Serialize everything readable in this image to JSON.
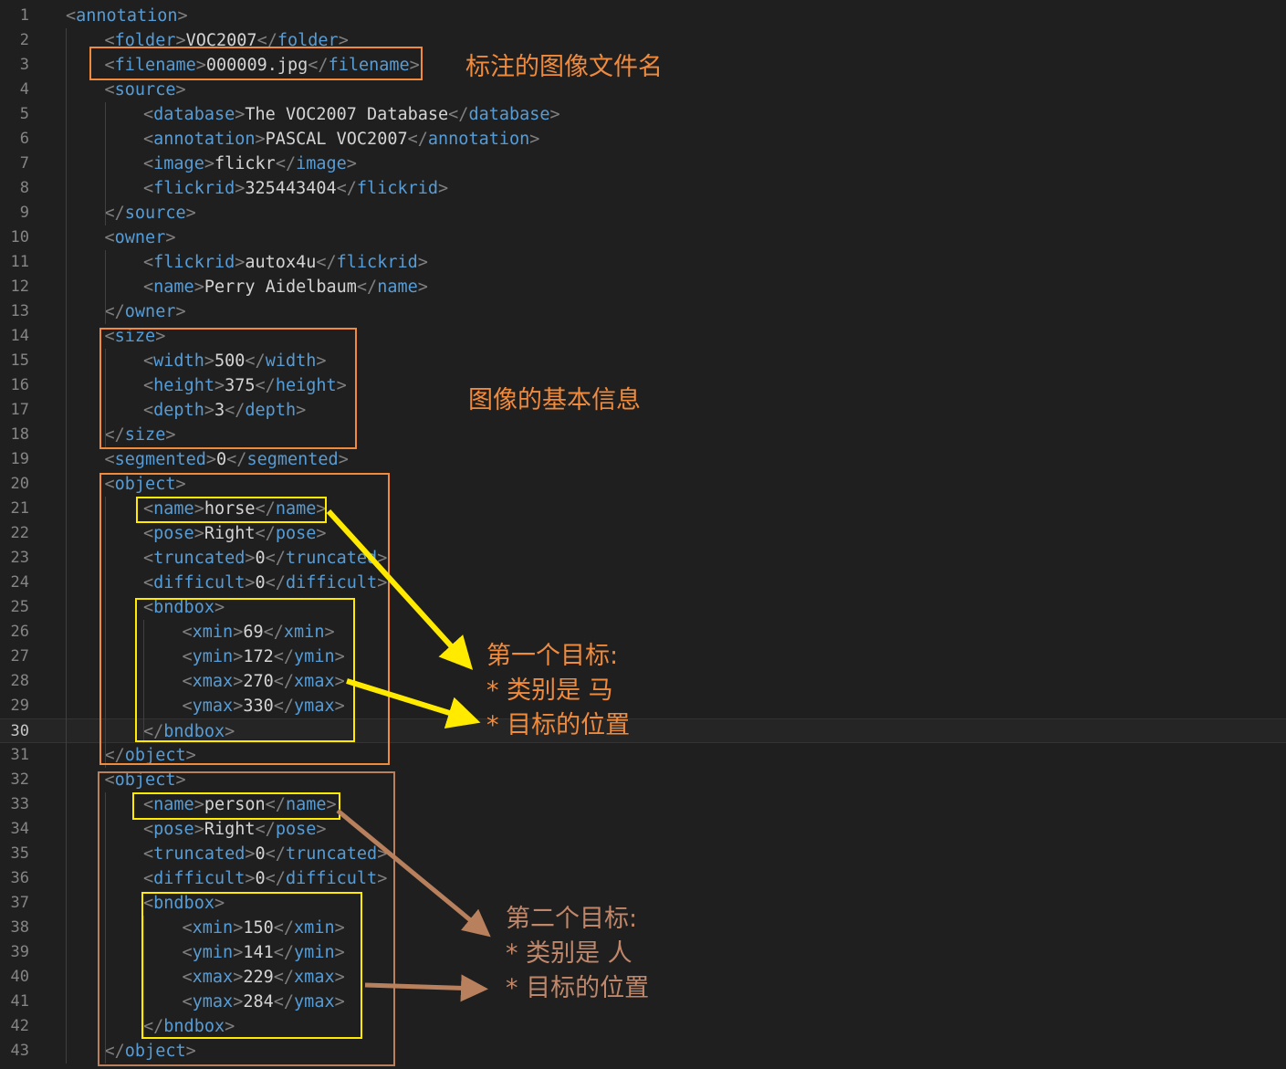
{
  "editor": {
    "current_line": 30,
    "lines": [
      {
        "n": "1",
        "indent": 0,
        "tokens": [
          [
            "b",
            "<"
          ],
          [
            "t",
            "annotation"
          ],
          [
            "b",
            ">"
          ]
        ]
      },
      {
        "n": "2",
        "indent": 1,
        "tokens": [
          [
            "b",
            "<"
          ],
          [
            "t",
            "folder"
          ],
          [
            "b",
            ">"
          ],
          [
            "v",
            "VOC2007"
          ],
          [
            "b",
            "</"
          ],
          [
            "t",
            "folder"
          ],
          [
            "b",
            ">"
          ]
        ]
      },
      {
        "n": "3",
        "indent": 1,
        "tokens": [
          [
            "b",
            "<"
          ],
          [
            "t",
            "filename"
          ],
          [
            "b",
            ">"
          ],
          [
            "v",
            "000009.jpg"
          ],
          [
            "b",
            "</"
          ],
          [
            "t",
            "filename"
          ],
          [
            "b",
            ">"
          ]
        ]
      },
      {
        "n": "4",
        "indent": 1,
        "tokens": [
          [
            "b",
            "<"
          ],
          [
            "t",
            "source"
          ],
          [
            "b",
            ">"
          ]
        ]
      },
      {
        "n": "5",
        "indent": 2,
        "tokens": [
          [
            "b",
            "<"
          ],
          [
            "t",
            "database"
          ],
          [
            "b",
            ">"
          ],
          [
            "v",
            "The VOC2007 Database"
          ],
          [
            "b",
            "</"
          ],
          [
            "t",
            "database"
          ],
          [
            "b",
            ">"
          ]
        ]
      },
      {
        "n": "6",
        "indent": 2,
        "tokens": [
          [
            "b",
            "<"
          ],
          [
            "t",
            "annotation"
          ],
          [
            "b",
            ">"
          ],
          [
            "v",
            "PASCAL VOC2007"
          ],
          [
            "b",
            "</"
          ],
          [
            "t",
            "annotation"
          ],
          [
            "b",
            ">"
          ]
        ]
      },
      {
        "n": "7",
        "indent": 2,
        "tokens": [
          [
            "b",
            "<"
          ],
          [
            "t",
            "image"
          ],
          [
            "b",
            ">"
          ],
          [
            "v",
            "flickr"
          ],
          [
            "b",
            "</"
          ],
          [
            "t",
            "image"
          ],
          [
            "b",
            ">"
          ]
        ]
      },
      {
        "n": "8",
        "indent": 2,
        "tokens": [
          [
            "b",
            "<"
          ],
          [
            "t",
            "flickrid"
          ],
          [
            "b",
            ">"
          ],
          [
            "v",
            "325443404"
          ],
          [
            "b",
            "</"
          ],
          [
            "t",
            "flickrid"
          ],
          [
            "b",
            ">"
          ]
        ]
      },
      {
        "n": "9",
        "indent": 1,
        "tokens": [
          [
            "b",
            "</"
          ],
          [
            "t",
            "source"
          ],
          [
            "b",
            ">"
          ]
        ]
      },
      {
        "n": "10",
        "indent": 1,
        "tokens": [
          [
            "b",
            "<"
          ],
          [
            "t",
            "owner"
          ],
          [
            "b",
            ">"
          ]
        ]
      },
      {
        "n": "11",
        "indent": 2,
        "tokens": [
          [
            "b",
            "<"
          ],
          [
            "t",
            "flickrid"
          ],
          [
            "b",
            ">"
          ],
          [
            "v",
            "autox4u"
          ],
          [
            "b",
            "</"
          ],
          [
            "t",
            "flickrid"
          ],
          [
            "b",
            ">"
          ]
        ]
      },
      {
        "n": "12",
        "indent": 2,
        "tokens": [
          [
            "b",
            "<"
          ],
          [
            "t",
            "name"
          ],
          [
            "b",
            ">"
          ],
          [
            "v",
            "Perry Aidelbaum"
          ],
          [
            "b",
            "</"
          ],
          [
            "t",
            "name"
          ],
          [
            "b",
            ">"
          ]
        ]
      },
      {
        "n": "13",
        "indent": 1,
        "tokens": [
          [
            "b",
            "</"
          ],
          [
            "t",
            "owner"
          ],
          [
            "b",
            ">"
          ]
        ]
      },
      {
        "n": "14",
        "indent": 1,
        "tokens": [
          [
            "b",
            "<"
          ],
          [
            "t",
            "size"
          ],
          [
            "b",
            ">"
          ]
        ]
      },
      {
        "n": "15",
        "indent": 2,
        "tokens": [
          [
            "b",
            "<"
          ],
          [
            "t",
            "width"
          ],
          [
            "b",
            ">"
          ],
          [
            "v",
            "500"
          ],
          [
            "b",
            "</"
          ],
          [
            "t",
            "width"
          ],
          [
            "b",
            ">"
          ]
        ]
      },
      {
        "n": "16",
        "indent": 2,
        "tokens": [
          [
            "b",
            "<"
          ],
          [
            "t",
            "height"
          ],
          [
            "b",
            ">"
          ],
          [
            "v",
            "375"
          ],
          [
            "b",
            "</"
          ],
          [
            "t",
            "height"
          ],
          [
            "b",
            ">"
          ]
        ]
      },
      {
        "n": "17",
        "indent": 2,
        "tokens": [
          [
            "b",
            "<"
          ],
          [
            "t",
            "depth"
          ],
          [
            "b",
            ">"
          ],
          [
            "v",
            "3"
          ],
          [
            "b",
            "</"
          ],
          [
            "t",
            "depth"
          ],
          [
            "b",
            ">"
          ]
        ]
      },
      {
        "n": "18",
        "indent": 1,
        "tokens": [
          [
            "b",
            "</"
          ],
          [
            "t",
            "size"
          ],
          [
            "b",
            ">"
          ]
        ]
      },
      {
        "n": "19",
        "indent": 1,
        "tokens": [
          [
            "b",
            "<"
          ],
          [
            "t",
            "segmented"
          ],
          [
            "b",
            ">"
          ],
          [
            "v",
            "0"
          ],
          [
            "b",
            "</"
          ],
          [
            "t",
            "segmented"
          ],
          [
            "b",
            ">"
          ]
        ]
      },
      {
        "n": "20",
        "indent": 1,
        "tokens": [
          [
            "b",
            "<"
          ],
          [
            "t",
            "object"
          ],
          [
            "b",
            ">"
          ]
        ]
      },
      {
        "n": "21",
        "indent": 2,
        "tokens": [
          [
            "b",
            "<"
          ],
          [
            "t",
            "name"
          ],
          [
            "b",
            ">"
          ],
          [
            "v",
            "horse"
          ],
          [
            "b",
            "</"
          ],
          [
            "t",
            "name"
          ],
          [
            "b",
            ">"
          ]
        ]
      },
      {
        "n": "22",
        "indent": 2,
        "tokens": [
          [
            "b",
            "<"
          ],
          [
            "t",
            "pose"
          ],
          [
            "b",
            ">"
          ],
          [
            "v",
            "Right"
          ],
          [
            "b",
            "</"
          ],
          [
            "t",
            "pose"
          ],
          [
            "b",
            ">"
          ]
        ]
      },
      {
        "n": "23",
        "indent": 2,
        "tokens": [
          [
            "b",
            "<"
          ],
          [
            "t",
            "truncated"
          ],
          [
            "b",
            ">"
          ],
          [
            "v",
            "0"
          ],
          [
            "b",
            "</"
          ],
          [
            "t",
            "truncated"
          ],
          [
            "b",
            ">"
          ]
        ]
      },
      {
        "n": "24",
        "indent": 2,
        "tokens": [
          [
            "b",
            "<"
          ],
          [
            "t",
            "difficult"
          ],
          [
            "b",
            ">"
          ],
          [
            "v",
            "0"
          ],
          [
            "b",
            "</"
          ],
          [
            "t",
            "difficult"
          ],
          [
            "b",
            ">"
          ]
        ]
      },
      {
        "n": "25",
        "indent": 2,
        "tokens": [
          [
            "b",
            "<"
          ],
          [
            "t",
            "bndbox"
          ],
          [
            "b",
            ">"
          ]
        ]
      },
      {
        "n": "26",
        "indent": 3,
        "tokens": [
          [
            "b",
            "<"
          ],
          [
            "t",
            "xmin"
          ],
          [
            "b",
            ">"
          ],
          [
            "v",
            "69"
          ],
          [
            "b",
            "</"
          ],
          [
            "t",
            "xmin"
          ],
          [
            "b",
            ">"
          ]
        ]
      },
      {
        "n": "27",
        "indent": 3,
        "tokens": [
          [
            "b",
            "<"
          ],
          [
            "t",
            "ymin"
          ],
          [
            "b",
            ">"
          ],
          [
            "v",
            "172"
          ],
          [
            "b",
            "</"
          ],
          [
            "t",
            "ymin"
          ],
          [
            "b",
            ">"
          ]
        ]
      },
      {
        "n": "28",
        "indent": 3,
        "tokens": [
          [
            "b",
            "<"
          ],
          [
            "t",
            "xmax"
          ],
          [
            "b",
            ">"
          ],
          [
            "v",
            "270"
          ],
          [
            "b",
            "</"
          ],
          [
            "t",
            "xmax"
          ],
          [
            "b",
            ">"
          ]
        ]
      },
      {
        "n": "29",
        "indent": 3,
        "tokens": [
          [
            "b",
            "<"
          ],
          [
            "t",
            "ymax"
          ],
          [
            "b",
            ">"
          ],
          [
            "v",
            "330"
          ],
          [
            "b",
            "</"
          ],
          [
            "t",
            "ymax"
          ],
          [
            "b",
            ">"
          ]
        ]
      },
      {
        "n": "30",
        "indent": 2,
        "tokens": [
          [
            "b",
            "</"
          ],
          [
            "t",
            "bndbox"
          ],
          [
            "b",
            ">"
          ]
        ]
      },
      {
        "n": "31",
        "indent": 1,
        "tokens": [
          [
            "b",
            "</"
          ],
          [
            "t",
            "object"
          ],
          [
            "b",
            ">"
          ]
        ]
      },
      {
        "n": "32",
        "indent": 1,
        "tokens": [
          [
            "b",
            "<"
          ],
          [
            "t",
            "object"
          ],
          [
            "b",
            ">"
          ]
        ]
      },
      {
        "n": "33",
        "indent": 2,
        "tokens": [
          [
            "b",
            "<"
          ],
          [
            "t",
            "name"
          ],
          [
            "b",
            ">"
          ],
          [
            "v",
            "person"
          ],
          [
            "b",
            "</"
          ],
          [
            "t",
            "name"
          ],
          [
            "b",
            ">"
          ]
        ]
      },
      {
        "n": "34",
        "indent": 2,
        "tokens": [
          [
            "b",
            "<"
          ],
          [
            "t",
            "pose"
          ],
          [
            "b",
            ">"
          ],
          [
            "v",
            "Right"
          ],
          [
            "b",
            "</"
          ],
          [
            "t",
            "pose"
          ],
          [
            "b",
            ">"
          ]
        ]
      },
      {
        "n": "35",
        "indent": 2,
        "tokens": [
          [
            "b",
            "<"
          ],
          [
            "t",
            "truncated"
          ],
          [
            "b",
            ">"
          ],
          [
            "v",
            "0"
          ],
          [
            "b",
            "</"
          ],
          [
            "t",
            "truncated"
          ],
          [
            "b",
            ">"
          ]
        ]
      },
      {
        "n": "36",
        "indent": 2,
        "tokens": [
          [
            "b",
            "<"
          ],
          [
            "t",
            "difficult"
          ],
          [
            "b",
            ">"
          ],
          [
            "v",
            "0"
          ],
          [
            "b",
            "</"
          ],
          [
            "t",
            "difficult"
          ],
          [
            "b",
            ">"
          ]
        ]
      },
      {
        "n": "37",
        "indent": 2,
        "tokens": [
          [
            "b",
            "<"
          ],
          [
            "t",
            "bndbox"
          ],
          [
            "b",
            ">"
          ]
        ]
      },
      {
        "n": "38",
        "indent": 3,
        "tokens": [
          [
            "b",
            "<"
          ],
          [
            "t",
            "xmin"
          ],
          [
            "b",
            ">"
          ],
          [
            "v",
            "150"
          ],
          [
            "b",
            "</"
          ],
          [
            "t",
            "xmin"
          ],
          [
            "b",
            ">"
          ]
        ]
      },
      {
        "n": "39",
        "indent": 3,
        "tokens": [
          [
            "b",
            "<"
          ],
          [
            "t",
            "ymin"
          ],
          [
            "b",
            ">"
          ],
          [
            "v",
            "141"
          ],
          [
            "b",
            "</"
          ],
          [
            "t",
            "ymin"
          ],
          [
            "b",
            ">"
          ]
        ]
      },
      {
        "n": "40",
        "indent": 3,
        "tokens": [
          [
            "b",
            "<"
          ],
          [
            "t",
            "xmax"
          ],
          [
            "b",
            ">"
          ],
          [
            "v",
            "229"
          ],
          [
            "b",
            "</"
          ],
          [
            "t",
            "xmax"
          ],
          [
            "b",
            ">"
          ]
        ]
      },
      {
        "n": "41",
        "indent": 3,
        "tokens": [
          [
            "b",
            "<"
          ],
          [
            "t",
            "ymax"
          ],
          [
            "b",
            ">"
          ],
          [
            "v",
            "284"
          ],
          [
            "b",
            "</"
          ],
          [
            "t",
            "ymax"
          ],
          [
            "b",
            ">"
          ]
        ]
      },
      {
        "n": "42",
        "indent": 2,
        "tokens": [
          [
            "b",
            "</"
          ],
          [
            "t",
            "bndbox"
          ],
          [
            "b",
            ">"
          ]
        ]
      },
      {
        "n": "43",
        "indent": 1,
        "tokens": [
          [
            "b",
            "</"
          ],
          [
            "t",
            "object"
          ],
          [
            "b",
            ">"
          ]
        ]
      }
    ]
  },
  "annotations": {
    "filename_note": "标注的图像文件名",
    "size_note": "图像的基本信息",
    "object1_note": "第一个目标:\n* 类别是 马\n* 目标的位置",
    "object2_note": "第二个目标:\n* 类别是 人\n* 目标的位置"
  },
  "colors": {
    "background": "#1f1f1f",
    "tag": "#569cd6",
    "bracket": "#808080",
    "text": "#d4d4d4",
    "orange": "#f08a3c",
    "yellow": "#ffea00",
    "brown": "#b8805c"
  }
}
